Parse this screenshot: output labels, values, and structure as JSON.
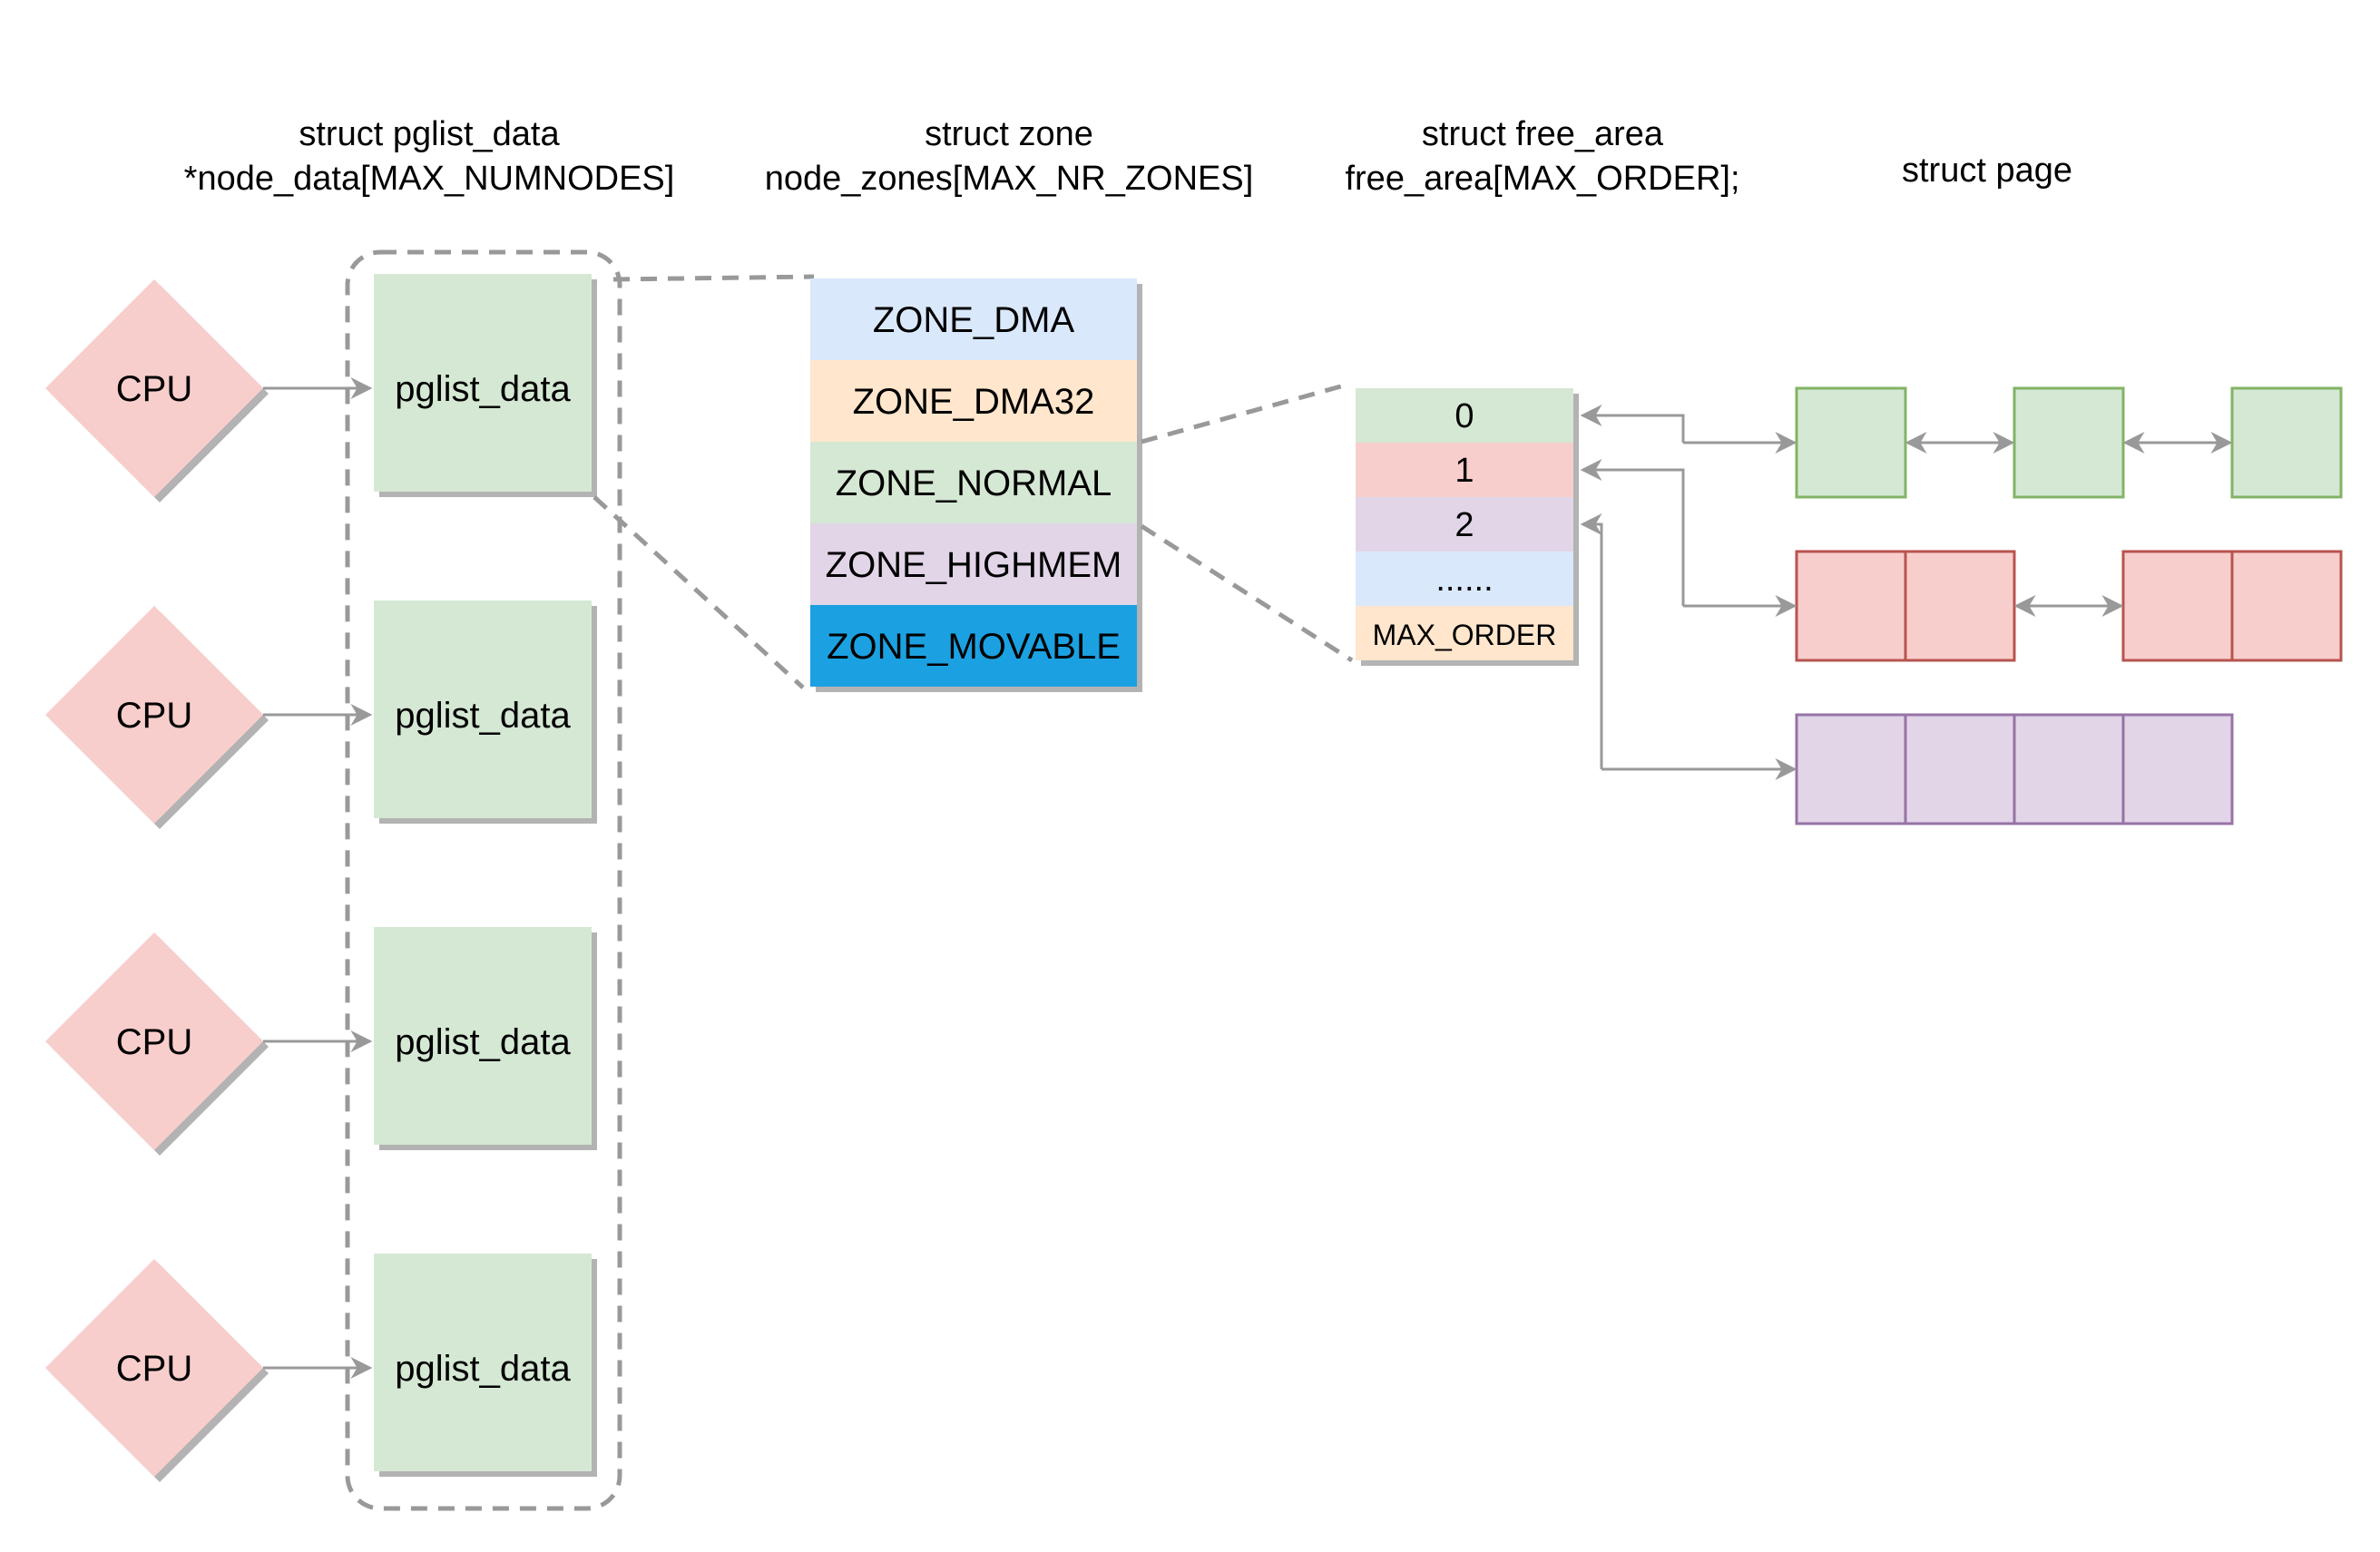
{
  "headers": {
    "pglist": {
      "line1": "struct pglist_data",
      "line2": "*node_data[MAX_NUMNODES]"
    },
    "zone": {
      "line1": "struct zone",
      "line2": "node_zones[MAX_NR_ZONES]"
    },
    "free_area": {
      "line1": "struct free_area",
      "line2": "free_area[MAX_ORDER];"
    },
    "page": {
      "line1": "struct page"
    }
  },
  "nodes": [
    {
      "cpu_label": "CPU",
      "node_label": "pglist_data"
    },
    {
      "cpu_label": "CPU",
      "node_label": "pglist_data"
    },
    {
      "cpu_label": "CPU",
      "node_label": "pglist_data"
    },
    {
      "cpu_label": "CPU",
      "node_label": "pglist_data"
    }
  ],
  "zones": [
    {
      "label": "ZONE_DMA",
      "color": "#dae8fc",
      "text_color": "#000000"
    },
    {
      "label": "ZONE_DMA32",
      "color": "#ffe6cc",
      "text_color": "#000000"
    },
    {
      "label": "ZONE_NORMAL",
      "color": "#d5e8d4",
      "text_color": "#000000"
    },
    {
      "label": "ZONE_HIGHMEM",
      "color": "#e1d5e7",
      "text_color": "#000000"
    },
    {
      "label": "ZONE_MOVABLE",
      "color": "#1ba1e2",
      "text_color": "#ffffff"
    }
  ],
  "free_area": [
    {
      "label": "0",
      "color": "#d5e8d4"
    },
    {
      "label": "1",
      "color": "#f8cecc"
    },
    {
      "label": "2",
      "color": "#e1d5e7"
    },
    {
      "label": "......",
      "color": "#dae8fc"
    },
    {
      "label": "MAX_ORDER",
      "color": "#ffe6cc"
    }
  ],
  "colors": {
    "cpu_fill": "#f8cecc",
    "node_fill": "#d5e8d4",
    "green_page": "#d5e8d4",
    "green_stroke": "#82b366",
    "red_page": "#f8cecc",
    "red_stroke": "#b85450",
    "purple_page": "#e1d5e7",
    "purple_stroke": "#9673a6",
    "connector": "#999999",
    "dashed": "#999999",
    "shadow": "#b3b3b3"
  },
  "icons": {
    "arrow": "arrowhead",
    "page_block": "page-block"
  }
}
